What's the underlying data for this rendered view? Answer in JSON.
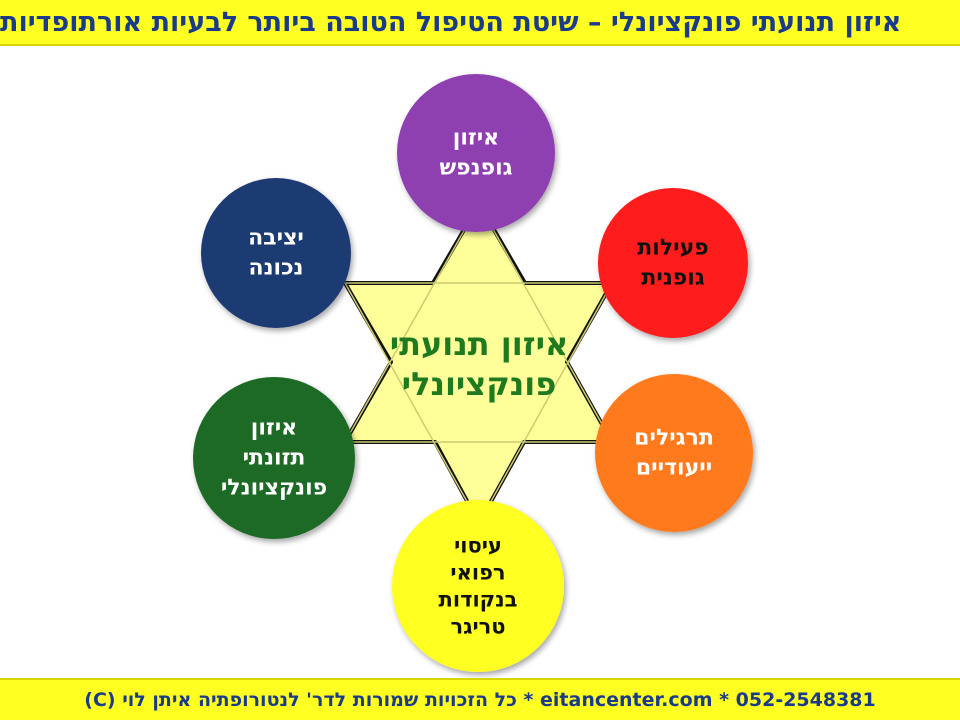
{
  "header": {
    "title": "איזון תנועתי פונקציונלי – שיטת הטיפול הטובה ביותר לבעיות אורתופדיות"
  },
  "footer": {
    "text": "eitancenter.com * 052-2548381 * כל הזכויות שמורות לדר' לנטורופתיה איתן לוי (C)"
  },
  "center": {
    "lines": [
      "איזון תנועתי",
      "פונקציונלי"
    ]
  },
  "nodes": [
    {
      "id": "top",
      "lines": [
        "איזון",
        "גופנפש"
      ],
      "color": "#8e3fb0"
    },
    {
      "id": "upper-right",
      "lines": [
        "פעילות",
        "גופנית"
      ],
      "color": "#ff1a1a"
    },
    {
      "id": "lower-right",
      "lines": [
        "תרגילים",
        "ייעודיים"
      ],
      "color": "#ff7a1a"
    },
    {
      "id": "bottom",
      "lines": [
        "עיסוי",
        "רפואי",
        "בנקודות",
        "טריגר"
      ],
      "color": "#ffff22"
    },
    {
      "id": "lower-left",
      "lines": [
        "איזון",
        "תזונתי",
        "פונקציונלי"
      ],
      "color": "#1e6b25"
    },
    {
      "id": "upper-left",
      "lines": [
        "יציבה",
        "נכונה"
      ],
      "color": "#1f3a73"
    }
  ],
  "colors": {
    "star_fill": "#ffff99",
    "center_text": "#1f7a1f",
    "bar_bg": "#ffff22",
    "bar_text": "#1a3a8a"
  }
}
